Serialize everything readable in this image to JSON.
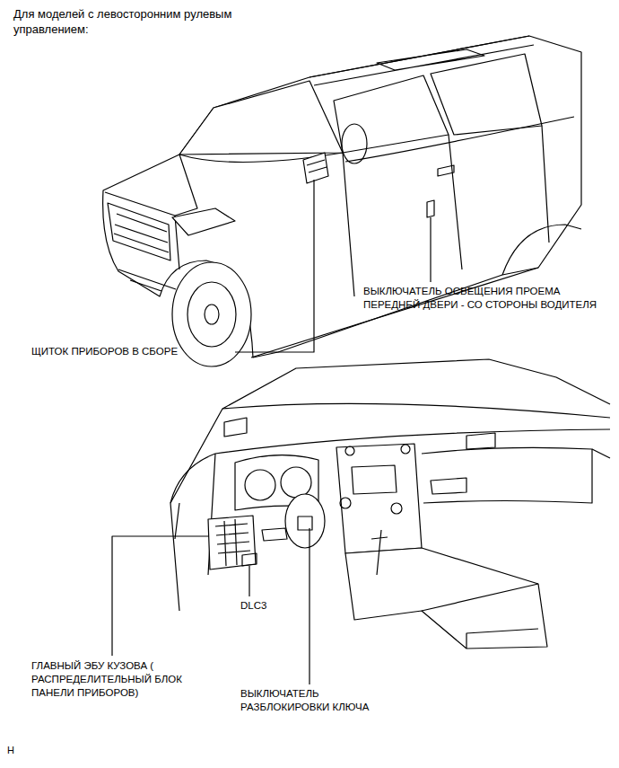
{
  "diagram": {
    "title": "Для моделей с левосторонним рулевым управлением:",
    "labels": [
      "ВЫКЛЮЧАТЕЛЬ ОСВЕЩЕНИЯ ПРОЕМА ПЕРЕДНЕЙ ДВЕРИ - СО СТОРОНЫ ВОДИТЕЛЯ",
      "ЩИТОК ПРИБОРОВ В СБОРЕ",
      "DLC3",
      "ГЛАВНЫЙ ЭБУ КУЗОВА ( РАСПРЕДЕЛИТЕЛЬНЫЙ БЛОК ПАНЕЛИ ПРИБОРОВ)",
      "ВЫКЛЮЧАТЕЛЬ РАЗБЛОКИРОВКИ КЛЮЧА",
      "H"
    ]
  }
}
